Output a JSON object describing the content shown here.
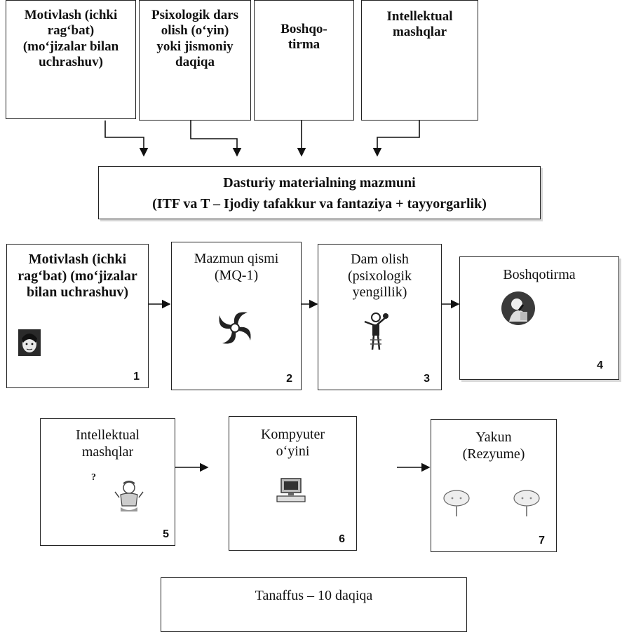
{
  "top_boxes": [
    {
      "label": "Motivlash (ichki rag‘bat) (mo‘jizalar bilan uchrashuv)"
    },
    {
      "label": "Psixologik dars olish (o‘yin) yoki jismoniy daqiqa"
    },
    {
      "label": "Boshqo-tirma"
    },
    {
      "label": "Intellektual mashqlar"
    }
  ],
  "center_box": {
    "line1": "Dasturiy materialning mazmuni",
    "line2": "(ITF va T – Ijodiy tafakkur va fantaziya + tayyorgarlik)"
  },
  "steps": [
    {
      "label": "Motivlash (ichki rag‘bat) (mo‘jizalar bilan uchrashuv)",
      "number": "1",
      "icon": "girl-face-icon"
    },
    {
      "label": "Mazmun qismi (MQ-1)",
      "number": "2",
      "icon": "spiral-icon"
    },
    {
      "label": "Dam olish (psixologik yengillik)",
      "number": "3",
      "icon": "exercising-person-icon"
    },
    {
      "label": "Boshqotirma",
      "number": "4",
      "icon": "thinking-person-icon"
    },
    {
      "label": "Intellektual mashqlar",
      "number": "5",
      "icon": "puzzled-person-icon"
    },
    {
      "label": "Kompyuter o‘yini",
      "number": "6",
      "icon": "computer-icon"
    },
    {
      "label": "Yakun (Rezyume)",
      "number": "7",
      "icon": "two-children-icon"
    }
  ],
  "break_box": {
    "label": "Tanaffus – 10 daqiqa"
  }
}
